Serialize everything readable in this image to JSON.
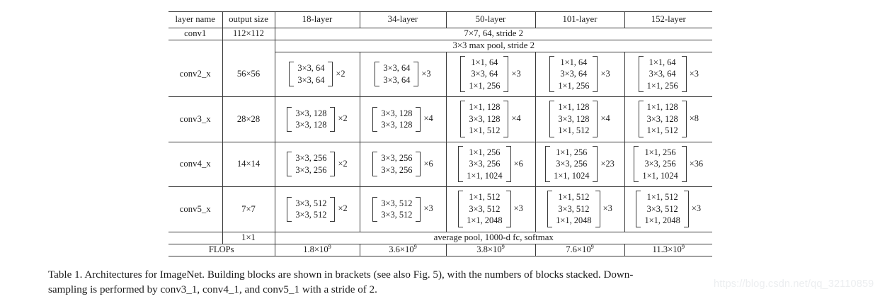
{
  "table": {
    "columns": [
      "layer name",
      "output size",
      "18-layer",
      "34-layer",
      "50-layer",
      "101-layer",
      "152-layer"
    ],
    "rows": [
      {
        "layer_name": "conv1",
        "output_size": "112×112",
        "span_text": "7×7, 64, stride 2",
        "type": "span"
      },
      {
        "layer_name": "",
        "output_size": "",
        "span_text": "3×3 max pool, stride 2",
        "type": "span"
      },
      {
        "layer_name": "conv2_x",
        "output_size": "56×56",
        "type": "blocks",
        "cells": [
          {
            "lines": [
              "3×3, 64",
              "3×3, 64"
            ],
            "mult": "×2"
          },
          {
            "lines": [
              "3×3, 64",
              "3×3, 64"
            ],
            "mult": "×3"
          },
          {
            "lines": [
              "1×1, 64",
              "3×3, 64",
              "1×1, 256"
            ],
            "mult": "×3"
          },
          {
            "lines": [
              "1×1, 64",
              "3×3, 64",
              "1×1, 256"
            ],
            "mult": "×3"
          },
          {
            "lines": [
              "1×1, 64",
              "3×3, 64",
              "1×1, 256"
            ],
            "mult": "×3"
          }
        ]
      },
      {
        "layer_name": "conv3_x",
        "output_size": "28×28",
        "type": "blocks",
        "cells": [
          {
            "lines": [
              "3×3, 128",
              "3×3, 128"
            ],
            "mult": "×2"
          },
          {
            "lines": [
              "3×3, 128",
              "3×3, 128"
            ],
            "mult": "×4"
          },
          {
            "lines": [
              "1×1, 128",
              "3×3, 128",
              "1×1, 512"
            ],
            "mult": "×4"
          },
          {
            "lines": [
              "1×1, 128",
              "3×3, 128",
              "1×1, 512"
            ],
            "mult": "×4"
          },
          {
            "lines": [
              "1×1, 128",
              "3×3, 128",
              "1×1, 512"
            ],
            "mult": "×8"
          }
        ]
      },
      {
        "layer_name": "conv4_x",
        "output_size": "14×14",
        "type": "blocks",
        "cells": [
          {
            "lines": [
              "3×3, 256",
              "3×3, 256"
            ],
            "mult": "×2"
          },
          {
            "lines": [
              "3×3, 256",
              "3×3, 256"
            ],
            "mult": "×6"
          },
          {
            "lines": [
              "1×1, 256",
              "3×3, 256",
              "1×1, 1024"
            ],
            "mult": "×6"
          },
          {
            "lines": [
              "1×1, 256",
              "3×3, 256",
              "1×1, 1024"
            ],
            "mult": "×23"
          },
          {
            "lines": [
              "1×1, 256",
              "3×3, 256",
              "1×1, 1024"
            ],
            "mult": "×36"
          }
        ]
      },
      {
        "layer_name": "conv5_x",
        "output_size": "7×7",
        "type": "blocks",
        "cells": [
          {
            "lines": [
              "3×3, 512",
              "3×3, 512"
            ],
            "mult": "×2"
          },
          {
            "lines": [
              "3×3, 512",
              "3×3, 512"
            ],
            "mult": "×3"
          },
          {
            "lines": [
              "1×1, 512",
              "3×3, 512",
              "1×1, 2048"
            ],
            "mult": "×3"
          },
          {
            "lines": [
              "1×1, 512",
              "3×3, 512",
              "1×1, 2048"
            ],
            "mult": "×3"
          },
          {
            "lines": [
              "1×1, 512",
              "3×3, 512",
              "1×1, 2048"
            ],
            "mult": "×3"
          }
        ]
      },
      {
        "layer_name": "",
        "output_size": "1×1",
        "span_text": "average pool, 1000-d fc, softmax",
        "type": "span"
      }
    ],
    "flops_row": {
      "label": "FLOPs",
      "values": [
        {
          "mantissa": "1.8×10",
          "exponent": "9"
        },
        {
          "mantissa": "3.6×10",
          "exponent": "9"
        },
        {
          "mantissa": "3.8×10",
          "exponent": "9"
        },
        {
          "mantissa": "7.6×10",
          "exponent": "9"
        },
        {
          "mantissa": "11.3×10",
          "exponent": "9"
        }
      ]
    }
  },
  "caption": {
    "line1": "Table 1. Architectures for ImageNet. Building blocks are shown in brackets (see also Fig. 5), with the numbers of blocks stacked. Down-",
    "line2": "sampling is performed by conv3_1, conv4_1, and conv5_1 with a stride of 2."
  },
  "watermark": {
    "text": "https://blog.csdn.net/qq_32110859"
  },
  "colors": {
    "rule": "#3a3a3a",
    "text": "#1b1b1b",
    "watermark": "#eceef0",
    "page_background": "#ffffff"
  }
}
